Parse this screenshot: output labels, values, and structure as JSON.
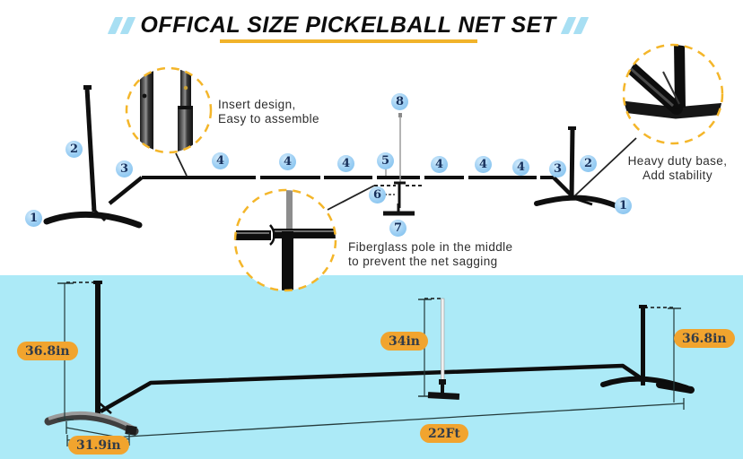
{
  "title": "OFFICAL SIZE PICKELBALL NET SET",
  "callouts": {
    "insert_design": {
      "line1": "Insert design,",
      "line2": "Easy to assemble"
    },
    "heavy_base": {
      "line1": "Heavy duty base,",
      "line2": "Add stability"
    },
    "fiberglass": {
      "line1": "Fiberglass pole in the middle",
      "line2": "to prevent the net sagging"
    }
  },
  "part_badges": [
    {
      "label": "1"
    },
    {
      "label": "2"
    },
    {
      "label": "3"
    },
    {
      "label": "4"
    },
    {
      "label": "4"
    },
    {
      "label": "4"
    },
    {
      "label": "5"
    },
    {
      "label": "8"
    },
    {
      "label": "4"
    },
    {
      "label": "4"
    },
    {
      "label": "4"
    },
    {
      "label": "3"
    },
    {
      "label": "2"
    },
    {
      "label": "1"
    },
    {
      "label": "6"
    },
    {
      "label": "7"
    }
  ],
  "dimensions": {
    "left_pole_height": "36.8in",
    "base_width": "31.9in",
    "center_pole_height": "34in",
    "right_pole_height": "36.8in",
    "net_length": "22Ft"
  },
  "colors": {
    "accent_orange": "#f1a42e",
    "underline_yellow": "#f1b32a",
    "badge_blue": "#79bdec",
    "bottom_background_cyan": "#aceaf7",
    "slash_blue": "#a8dff3",
    "dashed_circle_yellow": "#f4b62a"
  }
}
